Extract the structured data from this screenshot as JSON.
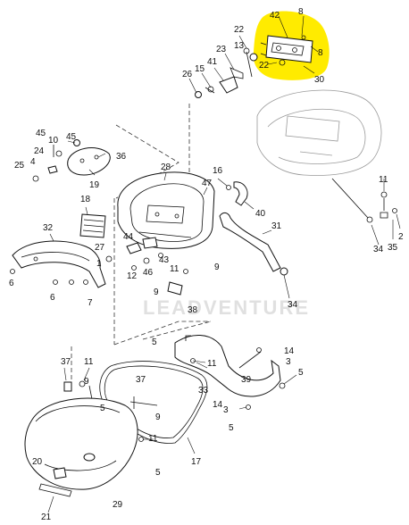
{
  "watermark": {
    "text": "LEADVENTURE"
  },
  "highlight_color": "#ffeb00",
  "callouts": [
    "42",
    "8",
    "8",
    "22",
    "22",
    "13",
    "23",
    "41",
    "15",
    "26",
    "30",
    "45",
    "45",
    "10",
    "24",
    "4",
    "25",
    "36",
    "19",
    "28",
    "16",
    "47",
    "40",
    "31",
    "18",
    "32",
    "44",
    "27",
    "1",
    "9",
    "12",
    "46",
    "43",
    "11",
    "6",
    "6",
    "7",
    "9",
    "38",
    "34",
    "11",
    "34",
    "35",
    "2",
    "5",
    "11",
    "14",
    "3",
    "5",
    "33",
    "39",
    "14",
    "3",
    "5",
    "37",
    "11",
    "9",
    "5",
    "37",
    "9",
    "17",
    "11",
    "5",
    "20",
    "29",
    "21"
  ]
}
